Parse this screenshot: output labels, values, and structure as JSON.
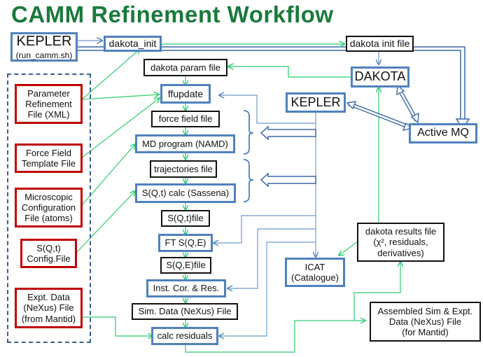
{
  "title": "CAMM Refinement Workflow",
  "colors": {
    "title": "#1a7a3c",
    "process_border": "#4f81bd",
    "file_border": "#111111",
    "input_border": "#c00000",
    "green_wire": "#2ecc71",
    "blue_wire": "#4f81bd",
    "dashed_group": "#3a5f8f"
  },
  "top": {
    "kepler_main": {
      "label": "KEPLER",
      "sublabel": "(run_camm.sh)"
    },
    "dakota_init": "dakota_init",
    "dakota_init_file": "dakota init file"
  },
  "inputs": [
    {
      "label": "Parameter\nRefinement\nFile (XML)"
    },
    {
      "label": "Force Field\nTemplate File"
    },
    {
      "label": "Microscopic\nConfiguration\nFile (atoms)"
    },
    {
      "label": "S(Q,t)\nConfig.File"
    },
    {
      "label": "Expt. Data\n(NeXus) File\n(from Mantid)"
    }
  ],
  "pipeline": [
    {
      "label": "dakota param file",
      "kind": "file"
    },
    {
      "label": "ffupdate",
      "kind": "process"
    },
    {
      "label": "force field file",
      "kind": "file"
    },
    {
      "label": "MD program (NAMD)",
      "kind": "process"
    },
    {
      "label": "trajectories file",
      "kind": "file"
    },
    {
      "label": "S(Q,t) calc (Sassena)",
      "kind": "process"
    },
    {
      "label": "S(Q,t)file",
      "kind": "file"
    },
    {
      "label": "FT S(Q,E)",
      "kind": "process"
    },
    {
      "label": "S(Q,E)file",
      "kind": "file"
    },
    {
      "label": "Inst. Cor. & Res.",
      "kind": "process"
    },
    {
      "label": "Sim. Data (NeXus) File",
      "kind": "file"
    },
    {
      "label": "calc residuals",
      "kind": "process"
    }
  ],
  "right": {
    "dakota": "DAKOTA",
    "kepler": "KEPLER",
    "active_mq": "Active MQ",
    "icat": "ICAT\n(Catalogue)",
    "dakota_results": "dakota results file\n(χ², residuals,\nderivatives)",
    "assembled": "Assembled Sim & Expt.\nData (NeXus) File\n(for Mantid)"
  }
}
